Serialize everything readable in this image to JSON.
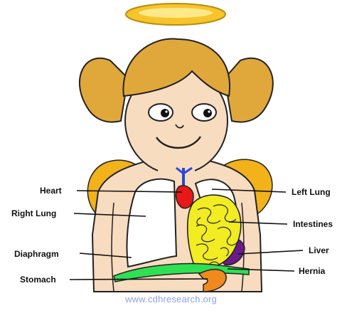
{
  "labels": {
    "heart": "Heart",
    "right_lung": "Right Lung",
    "diaphragm": "Diaphragm",
    "stomach": "Stomach",
    "left_lung": "Left Lung",
    "intestines": "Intestines",
    "liver": "Liver",
    "hernia": "Hernia"
  },
  "watermark": "www.cdhresearch.org",
  "colors": {
    "hair": "#e0a83a",
    "skin": "#f8dcc0",
    "wings": "#f1b21a",
    "halo": "#f7c52a",
    "heart": "#e81818",
    "vessels": "#2648d8",
    "intestines": "#f2ec22",
    "liver": "#6a1a8a",
    "diaphragm": "#2fe053",
    "stomach": "#f08a1e",
    "lungs": "#ffffff",
    "watermark": "#8fa0e8"
  }
}
